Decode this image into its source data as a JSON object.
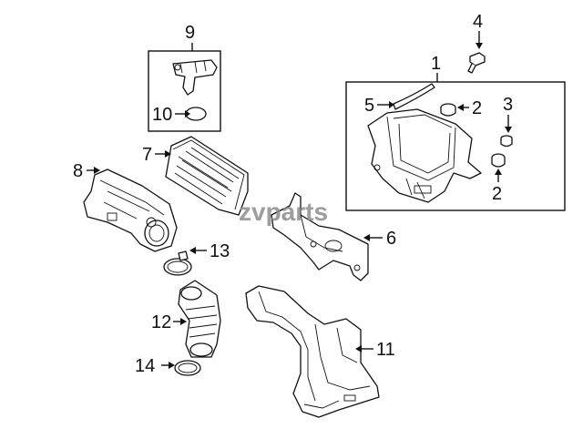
{
  "callouts": {
    "c1": "1",
    "c2a": "2",
    "c2b": "2",
    "c3": "3",
    "c4": "4",
    "c5": "5",
    "c6": "6",
    "c7": "7",
    "c8": "8",
    "c9": "9",
    "c10": "10",
    "c11": "11",
    "c12": "12",
    "c13": "13",
    "c14": "14"
  },
  "watermark": "zvparts",
  "colors": {
    "line": "#111111",
    "background": "#ffffff",
    "watermark": "#8c8c8c"
  }
}
